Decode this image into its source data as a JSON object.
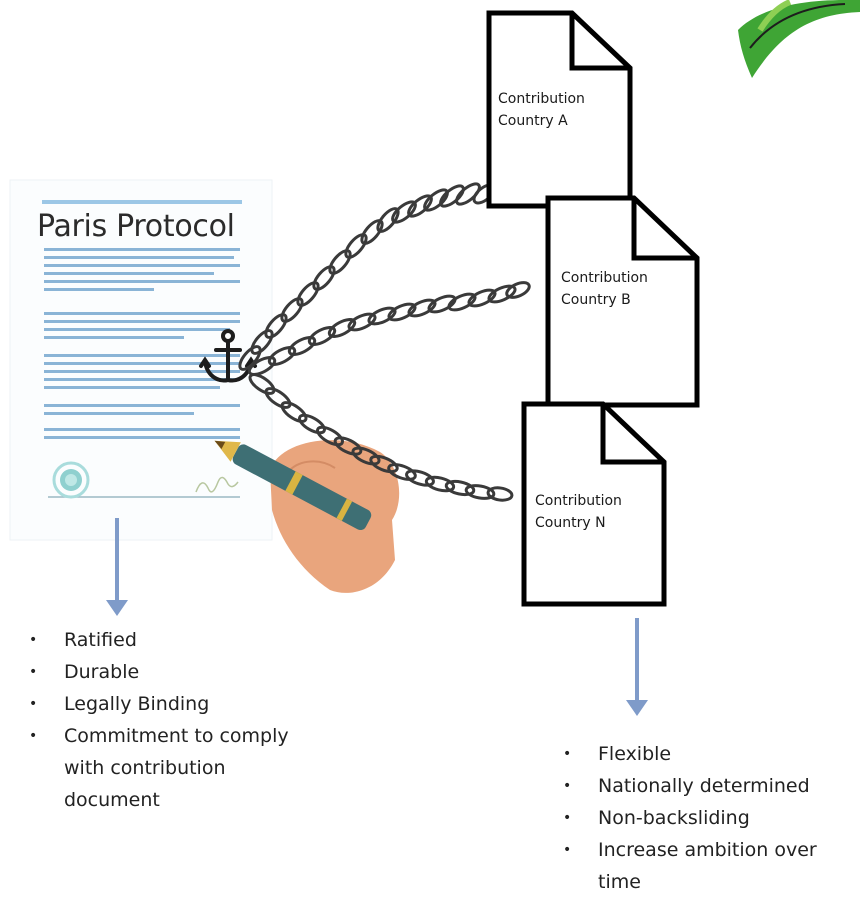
{
  "protocol": {
    "title": "Paris Protocol",
    "attributes": [
      "Ratified",
      "Durable",
      "Legally Binding",
      "Commitment to comply with contribution document"
    ]
  },
  "contributions": [
    {
      "line1": "Contribution",
      "line2": "Country A"
    },
    {
      "line1": "Contribution",
      "line2": "Country B"
    },
    {
      "line1": "Contribution",
      "line2": "Country N"
    }
  ],
  "contribution_attributes": [
    "Flexible",
    "Nationally determined",
    "Non-backsliding",
    "Increase ambition over time"
  ],
  "colors": {
    "arrow": "#7f9bc9",
    "line_blue": "#8fb8d8",
    "stamp": "#9fd3d3",
    "hand": "#e8a27a",
    "pen": "#3d6e73",
    "logo_green": "#3fa535"
  }
}
